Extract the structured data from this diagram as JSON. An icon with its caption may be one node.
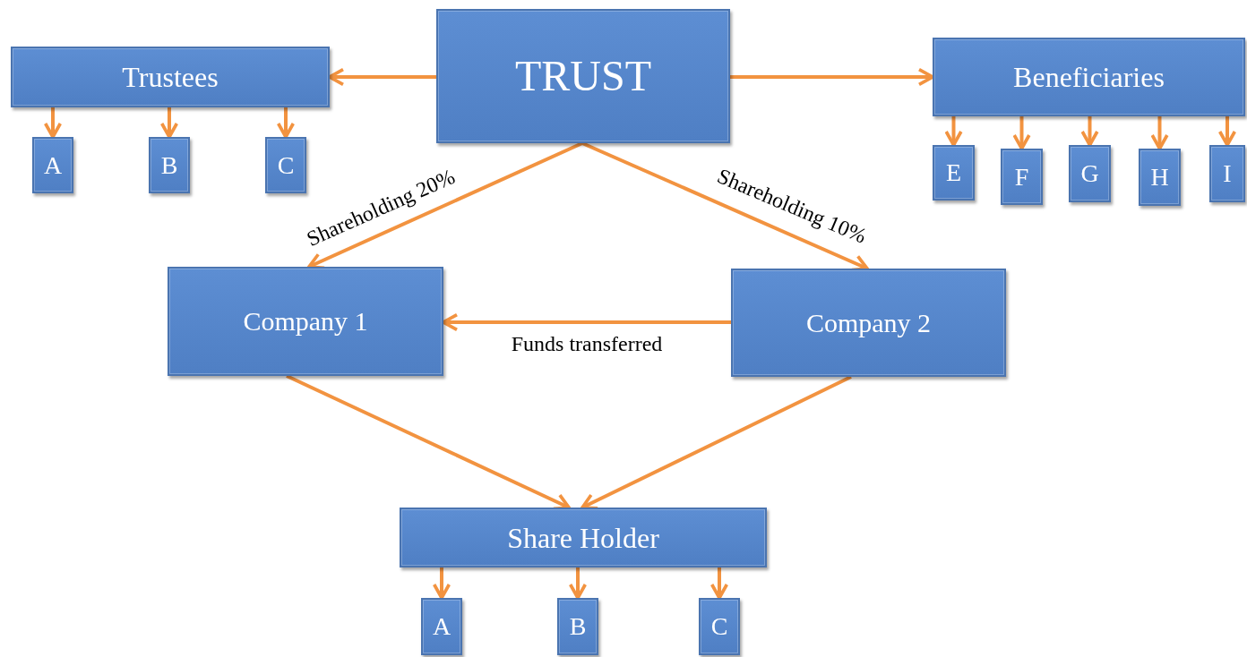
{
  "diagram": {
    "nodes": [
      {
        "text": [
          "TRUST"
        ]
      },
      {
        "text": [
          "Trustees"
        ]
      },
      {
        "text": [
          "A"
        ]
      },
      {
        "text": [
          "B"
        ]
      },
      {
        "text": [
          "C"
        ]
      },
      {
        "text": [
          "Beneficiaries"
        ]
      },
      {
        "text": [
          "E"
        ]
      },
      {
        "text": [
          "F"
        ]
      },
      {
        "text": [
          "G"
        ]
      },
      {
        "text": [
          "H"
        ]
      },
      {
        "text": [
          "I"
        ]
      },
      {
        "text": [
          "Company 1"
        ]
      },
      {
        "text": [
          "Company 2"
        ]
      },
      {
        "text": [
          "Share Holder"
        ]
      },
      {
        "text": [
          "A"
        ]
      },
      {
        "text": [
          "B"
        ]
      },
      {
        "text": [
          "C"
        ]
      }
    ],
    "edges": [
      {
        "from": 0,
        "to": 1,
        "arrow": "to"
      },
      {
        "from": 0,
        "to": 5,
        "arrow": "to"
      },
      {
        "from": 1,
        "to": 2,
        "arrow": "to"
      },
      {
        "from": 1,
        "to": 3,
        "arrow": "to"
      },
      {
        "from": 1,
        "to": 4,
        "arrow": "to"
      },
      {
        "from": 5,
        "to": 6,
        "arrow": "to"
      },
      {
        "from": 5,
        "to": 7,
        "arrow": "to"
      },
      {
        "from": 5,
        "to": 8,
        "arrow": "to"
      },
      {
        "from": 5,
        "to": 9,
        "arrow": "to"
      },
      {
        "from": 5,
        "to": 10,
        "arrow": "to"
      },
      {
        "from": 0,
        "to": 11,
        "arrow": "to",
        "label": "Shareholding 20%"
      },
      {
        "from": 0,
        "to": 12,
        "arrow": "to",
        "label": "Shareholding 10%"
      },
      {
        "from": 12,
        "to": 11,
        "arrow": "to",
        "label": "Funds transferred"
      },
      {
        "from": 11,
        "to": 13,
        "arrow": "to"
      },
      {
        "from": 12,
        "to": 13,
        "arrow": "to"
      },
      {
        "from": 13,
        "to": 14,
        "arrow": "to"
      },
      {
        "from": 13,
        "to": 15,
        "arrow": "to"
      },
      {
        "from": 13,
        "to": 16,
        "arrow": "to"
      }
    ]
  }
}
